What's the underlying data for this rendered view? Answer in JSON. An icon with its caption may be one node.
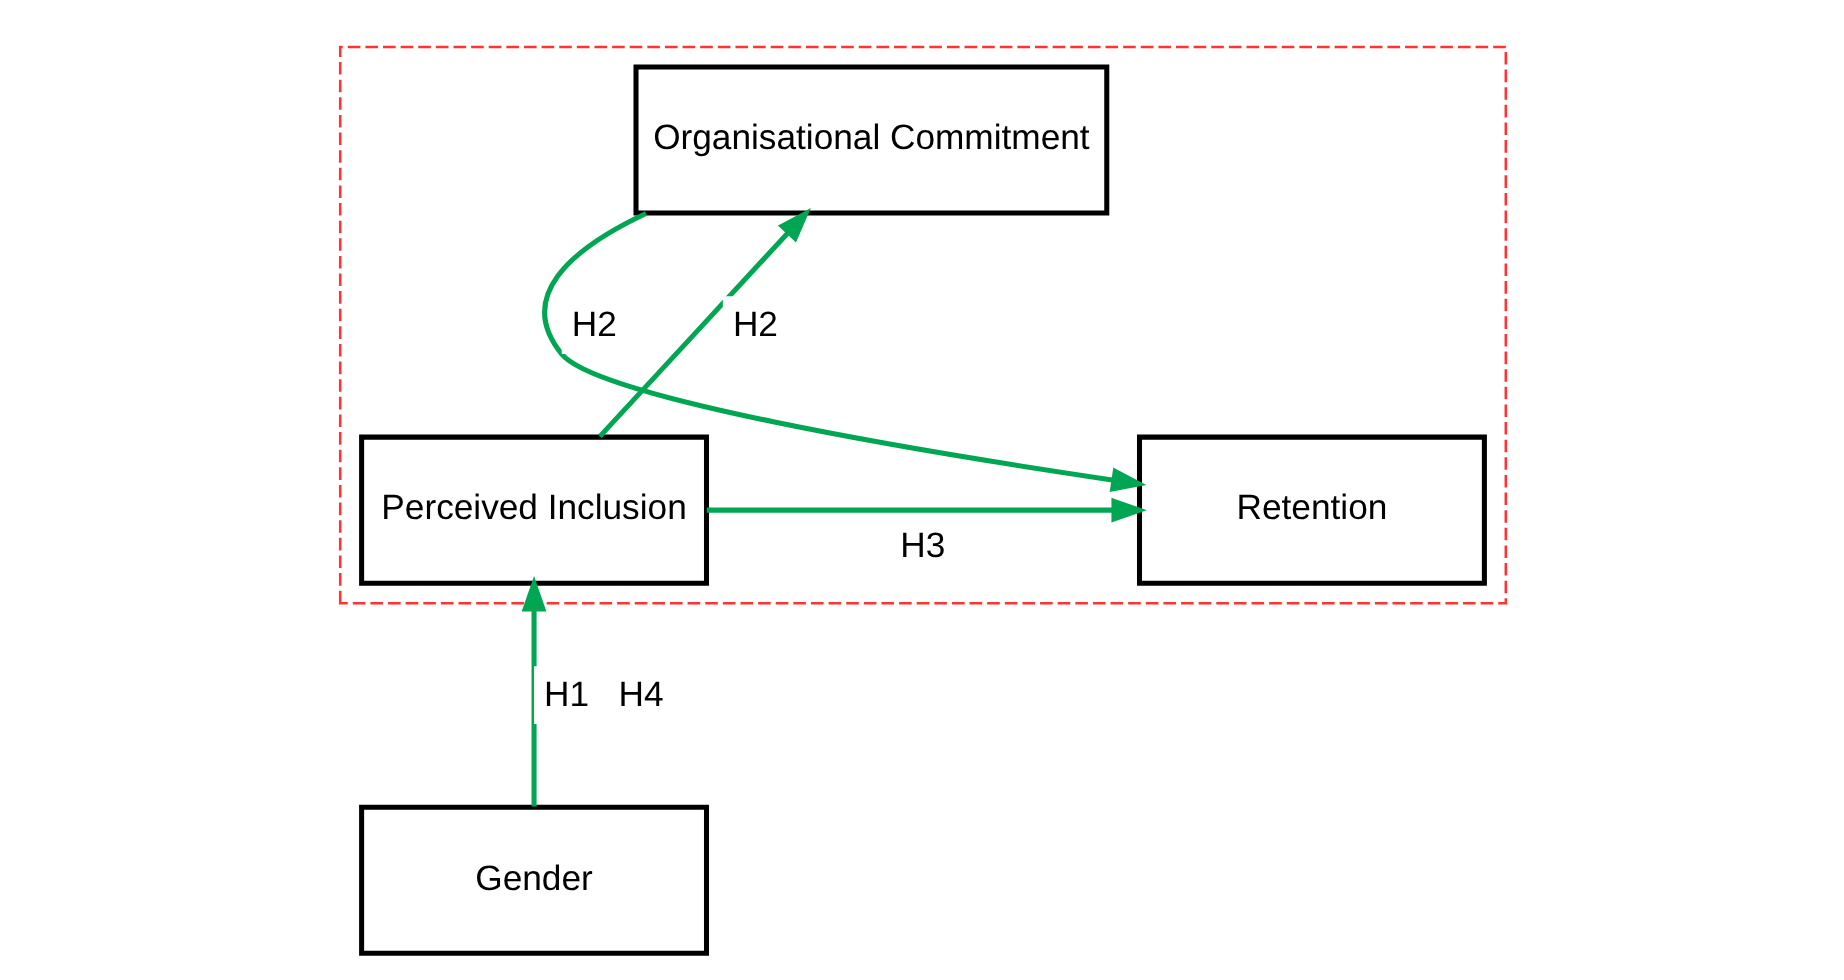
{
  "diagram": {
    "nodes": [
      {
        "text": [],
        "shape": "box"
      },
      {
        "text": [
          "Organisational Commitment"
        ],
        "in": 0
      },
      {
        "text": [
          "Perceived Inclusion"
        ],
        "in": 0
      },
      {
        "text": [
          "Retention"
        ],
        "in": 0
      },
      {
        "text": [
          "Gender"
        ]
      }
    ],
    "edges": [
      {
        "from": 2,
        "to": 1,
        "arrow": "to",
        "label": "H2"
      },
      {
        "from": 1,
        "to": 3,
        "arrow": "to",
        "label": "H2"
      },
      {
        "from": 2,
        "to": 3,
        "arrow": "to",
        "label": "H3"
      },
      {
        "from": 4,
        "to": 2,
        "arrow": "to",
        "label": "H1   H4"
      }
    ]
  }
}
